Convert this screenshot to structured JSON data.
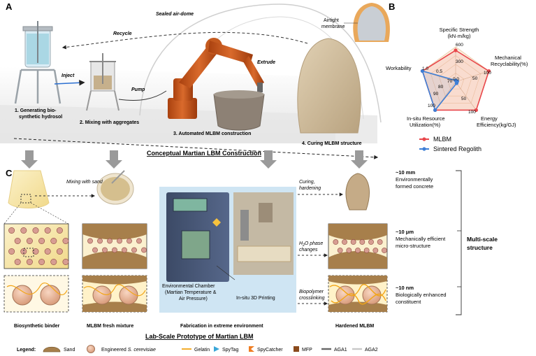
{
  "panelA": {
    "label": "A",
    "sealed_dome": "Sealed air-dome",
    "airtight_membrane": [
      "Airtight",
      "membrane"
    ],
    "recycle": "Recycle",
    "inject": "Inject",
    "pump": "Pump",
    "extrude": "Extrude",
    "steps": {
      "s1": [
        "1.  Generating bio-",
        "synthetic hydrosol"
      ],
      "s2": "2. Mixing with aggregates",
      "s3": "3. Automated MLBM construction",
      "s4": "4. Curing MLBM structure"
    },
    "title": "Conceptual Martian LBM Construction"
  },
  "panelB": {
    "label": "B",
    "axes": [
      {
        "name": [
          "Specific Strength",
          "(kN·m/kg)"
        ]
      },
      {
        "name": [
          "Mechanical",
          "Recyclability(%)"
        ]
      },
      {
        "name": [
          "Energy",
          "Efficiency(kg/GJ)"
        ]
      },
      {
        "name": [
          "In-situ Resource",
          "Utilization(%)"
        ]
      },
      {
        "name": [
          "Workability"
        ]
      }
    ],
    "tick_labels": {
      "strength": [
        "600",
        "300",
        "0.0"
      ],
      "recycle": [
        "100",
        "50"
      ],
      "energy": [
        "100",
        "50"
      ],
      "isru": [
        "100",
        "90",
        "80",
        "70"
      ],
      "work": [
        "1.0",
        "0.5"
      ]
    },
    "legend": [
      {
        "name": "MLBM",
        "color": "#e8474b"
      },
      {
        "name": "Sintered Regolith",
        "color": "#3e7fd6"
      }
    ]
  },
  "chart_data": {
    "type": "radar",
    "axes": [
      "Specific Strength (kN·m/kg)",
      "Mechanical Recyclability(%)",
      "Energy Efficiency(kg/GJ)",
      "In-situ Resource Utilization(%)",
      "Workability"
    ],
    "ranges": [
      [
        0,
        600
      ],
      [
        0,
        100
      ],
      [
        0,
        100
      ],
      [
        70,
        100
      ],
      [
        0,
        1.0
      ]
    ],
    "series": [
      {
        "name": "MLBM",
        "values": [
          540,
          100,
          100,
          100,
          1.0
        ]
      },
      {
        "name": "Sintered Regolith",
        "values": [
          20,
          5,
          5,
          100,
          1.0
        ]
      }
    ]
  },
  "panelC": {
    "label": "C",
    "mixing_with_sand": "Mixing with sand",
    "curing": [
      "Curing,",
      "hardening"
    ],
    "h2o": [
      "H",
      "2",
      "O phase",
      "changes"
    ],
    "biopolymer": [
      "Biopolymer",
      "crosslinking"
    ],
    "chamber": [
      "Environmental Chamber",
      "(Martian Temperature &",
      "Air Pressure)"
    ],
    "printing": "In-situ 3D Printing",
    "scales": [
      {
        "size": "~10 mm",
        "desc": [
          "Environmentally",
          "formed concrete"
        ]
      },
      {
        "size": "~10 μm",
        "desc": [
          "Mechanically efficient",
          "micro-structure"
        ]
      },
      {
        "size": "~10 nm",
        "desc": [
          "Biologically enhanced",
          "constituent"
        ]
      }
    ],
    "multiscale": [
      "Multi-scale",
      "structure"
    ],
    "columns": [
      "Biosynthetic binder",
      "MLBM fresh mixture",
      "Fabrication in extreme environment",
      "Hardened MLBM"
    ],
    "title": "Lab-Scale Prototype of Martian LBM"
  },
  "legend": {
    "title": "Legend:",
    "items": [
      "Sand",
      "Engineered ",
      "S. cerevisiae",
      "Gelatin",
      "SpyTag",
      "SpyCatcher",
      "MFP",
      "AGA1",
      "AGA2"
    ]
  },
  "colors": {
    "mlbm": "#e8474b",
    "regolith": "#3e7fd6",
    "sand": "#a77f4b",
    "robot": "#c8561a",
    "binder": "#f6e3a0"
  }
}
